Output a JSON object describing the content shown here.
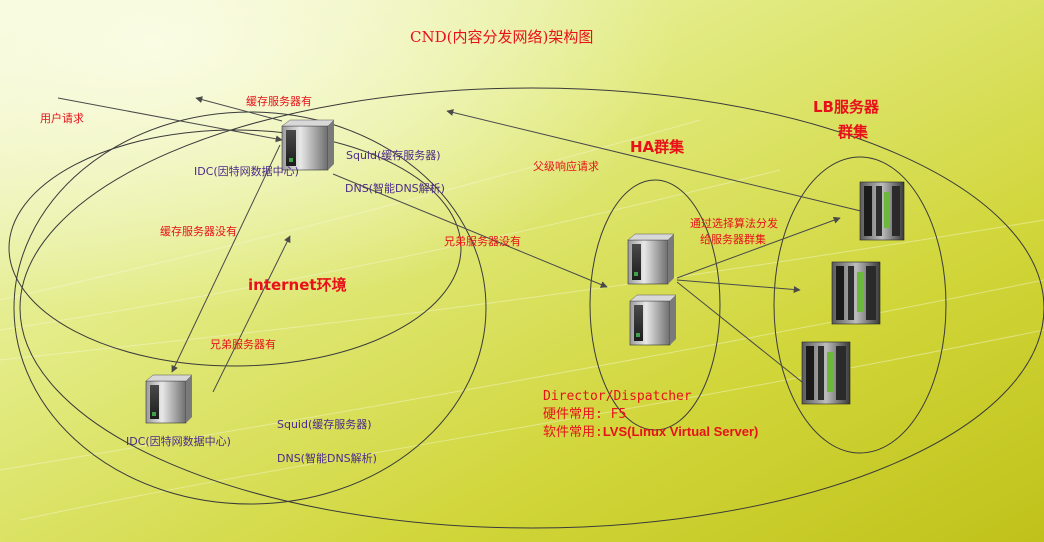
{
  "title": "CND(内容分发网络)架构图",
  "labels": {
    "user_request": "用户请求",
    "cache_has": "缓存服务器有",
    "cache_none": "缓存服务器没有",
    "parent_response": "父级响应请求",
    "sibling_none": "兄弟服务器没有",
    "sibling_has": "兄弟服务器有",
    "internet_env": "internet环境",
    "ha_cluster": "HA群集",
    "lb_cluster_line1": "LB服务器",
    "lb_cluster_line2": "群集",
    "algorithm_dispatch_line1": "通过选择算法分发",
    "algorithm_dispatch_line2": "给服务器群集"
  },
  "idc_top": {
    "squid": "Squid(缓存服务器)",
    "idc": "IDC(因特网数据中心)",
    "dns": "DNS(智能DNS解析)"
  },
  "idc_bottom": {
    "squid": "Squid(缓存服务器)",
    "idc": "IDC(因特网数据中心)",
    "dns": "DNS(智能DNS解析)"
  },
  "director": {
    "line1": "Director/Dispatcher",
    "line2": "硬件常用: F5",
    "line3_prefix": "软件常用:",
    "line3_suffix": "LVS(Linux Virtual  Server)"
  },
  "colors": {
    "label_red": "#e8111a",
    "label_purple": "#4b2a8a",
    "bg_light": "#f1f6c9",
    "bg_dark": "#c3c420"
  },
  "icons": [
    "server-tower-icon",
    "server-rack-icon"
  ]
}
